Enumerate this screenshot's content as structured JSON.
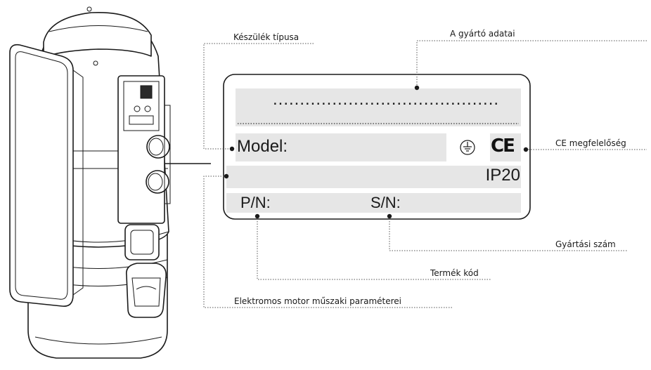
{
  "callouts": {
    "device_type": "Készülék típusa",
    "manufacturer": "A gyártó adatai",
    "ce_conformity": "CE megfelelőség",
    "serial_number": "Gyártási szám",
    "product_code": "Termék kód",
    "motor_parameters": "Elektromos motor műszaki paraméterei"
  },
  "nameplate": {
    "manufacturer_placeholder": "..........................................",
    "model_label": "Model:",
    "ip_rating": "IP20",
    "pn_label": "P/N:",
    "sn_label": "S/N:",
    "ce_mark": "CE",
    "ground_symbol": "protective-earth-icon"
  },
  "colors": {
    "line": "#1a1a1a",
    "field_fill": "#e6e6e6",
    "device_fill": "#ffffff"
  }
}
